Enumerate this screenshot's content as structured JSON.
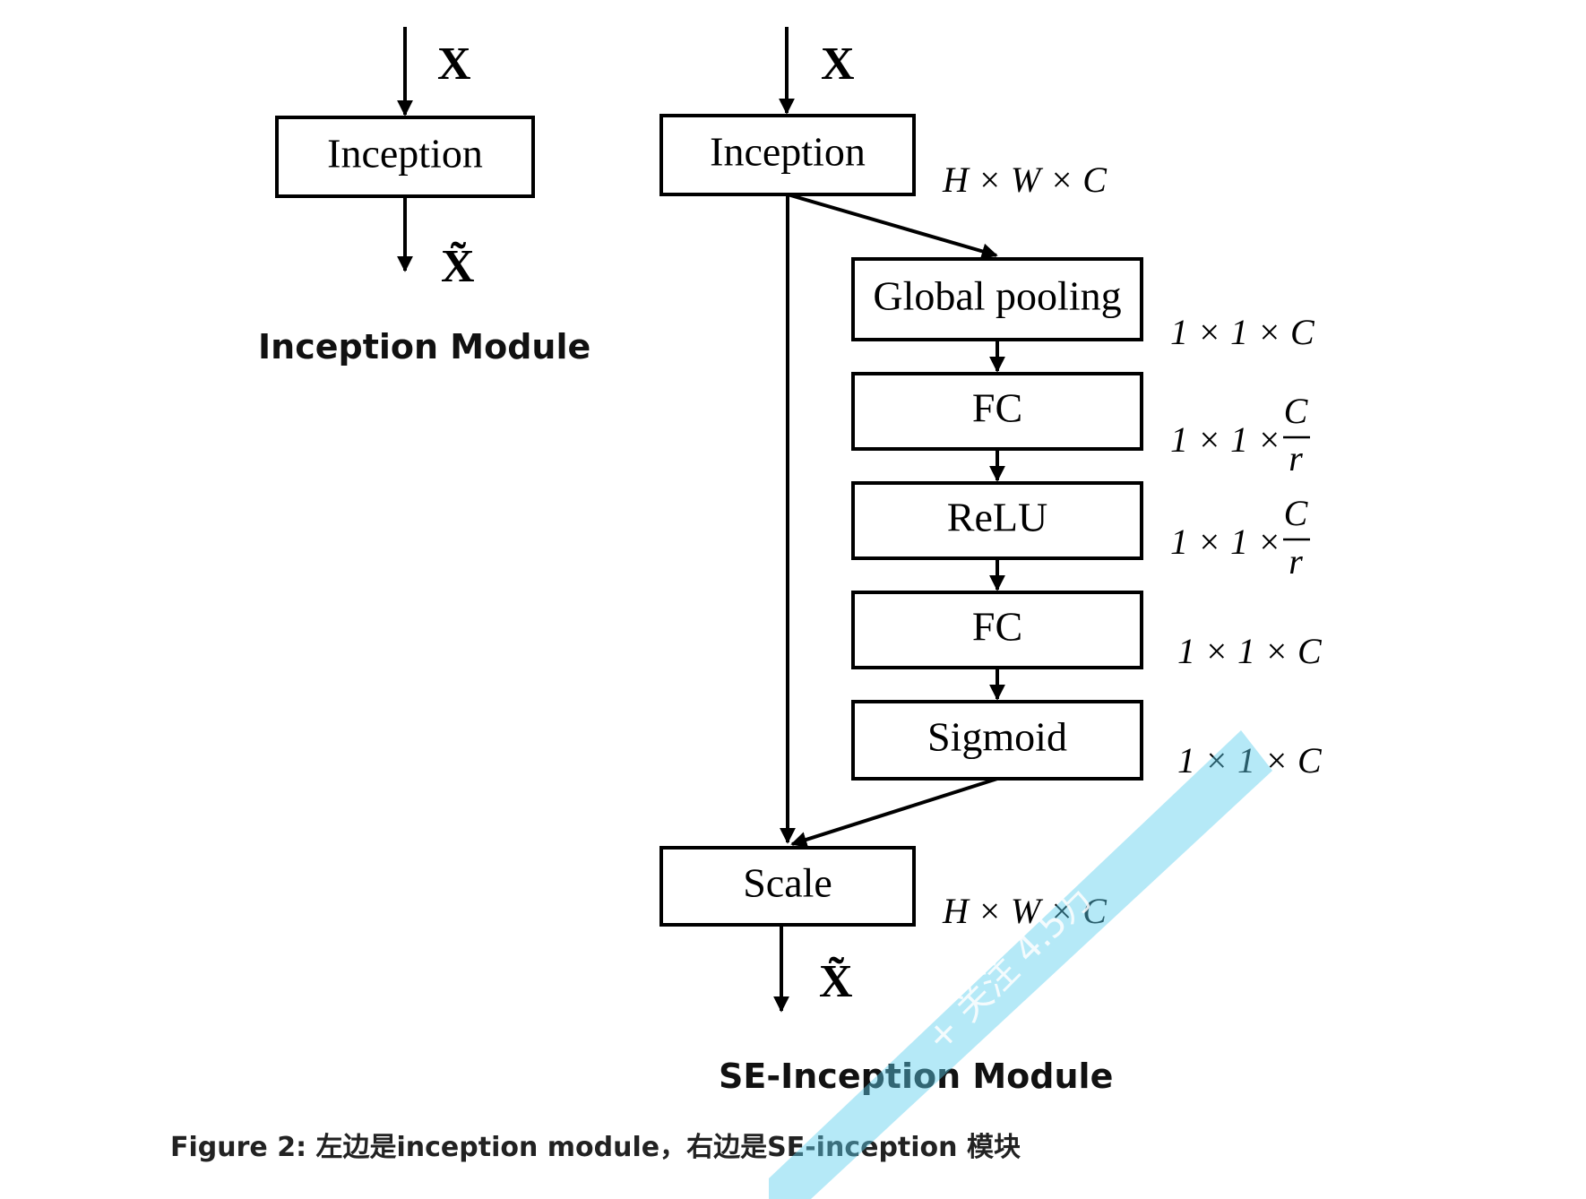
{
  "left_module": {
    "input_label": "X",
    "box_label": "Inception",
    "output_label": "X̃",
    "title": "Inception Module"
  },
  "right_module": {
    "input_label": "X",
    "inception_label": "Inception",
    "inception_dim": "H × W × C",
    "global_pooling_label": "Global pooling",
    "global_pooling_dim": "1 × 1 × C",
    "fc1_label": "FC",
    "fc1_dim_prefix": "1 × 1 ×",
    "fc1_dim_num": "C",
    "fc1_dim_den": "r",
    "relu_label": "ReLU",
    "relu_dim_prefix": "1 × 1 ×",
    "relu_dim_num": "C",
    "relu_dim_den": "r",
    "fc2_label": "FC",
    "fc2_dim": "1 × 1 × C",
    "sigmoid_label": "Sigmoid",
    "sigmoid_dim": "1 × 1 × C",
    "scale_label": "Scale",
    "scale_dim": "H × W × C",
    "output_label": "X̃",
    "title": "SE-Inception Module"
  },
  "caption": "Figure 2:  左边是inception module，右边是SE-inception 模块",
  "watermark": {
    "color": "#5ccfee",
    "follow_label": "+ 关注 4.5万"
  }
}
